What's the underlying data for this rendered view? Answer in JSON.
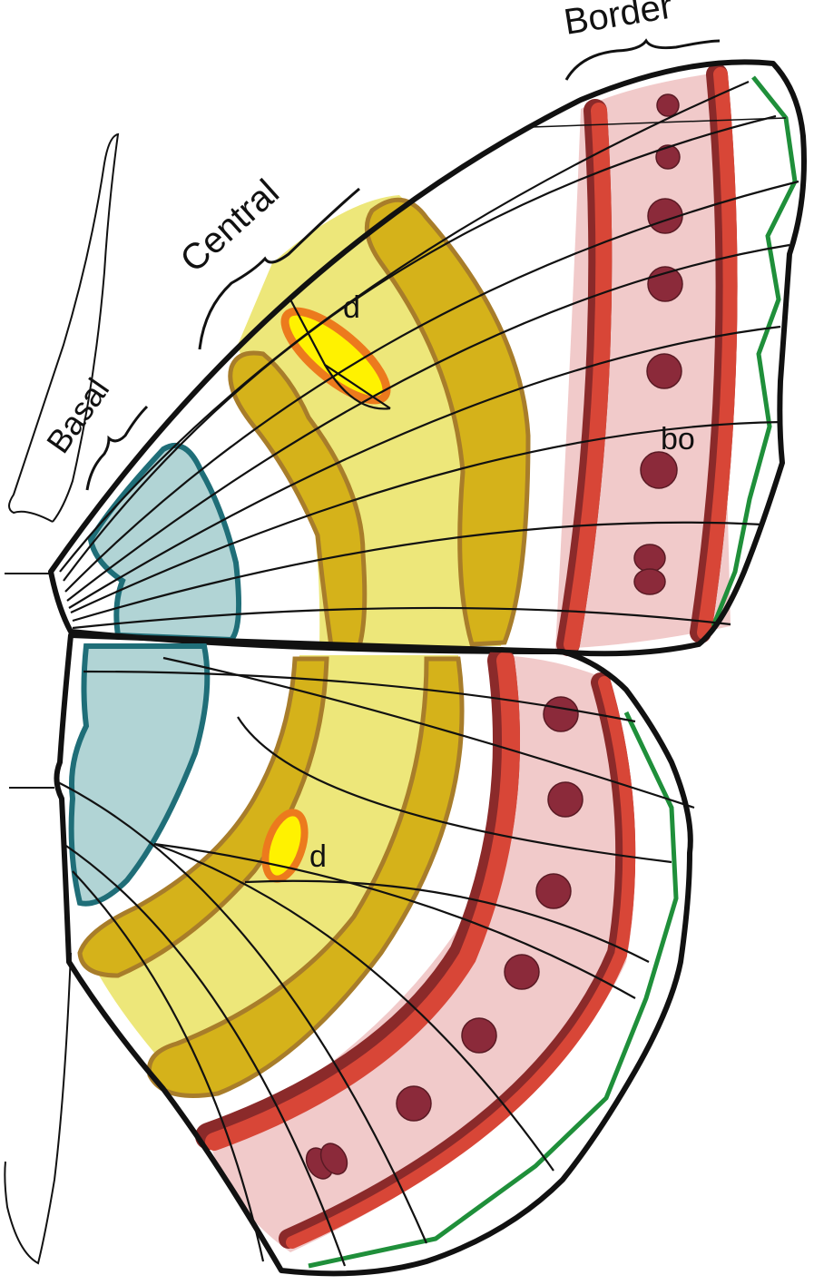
{
  "labels": {
    "border": "Border",
    "central": "Central",
    "basal": "Basal",
    "discal_fore": "d",
    "discal_hind": "d",
    "border_ocelli": "bo"
  },
  "colors": {
    "outline": "#111111",
    "basal_fill": "#a8cfd0",
    "basal_edge": "#1f6e78",
    "central_light": "#ede77a",
    "central_band": "#d5b21a",
    "central_edge": "#a87d2a",
    "discal_fill": "#fff200",
    "discal_edge": "#ec7a1d",
    "border_fill": "#f0c7c7",
    "border_band": "#d84637",
    "border_band_dark": "#8b2a2a",
    "ocellus": "#8b2a3a",
    "margin_line": "#1f8f3a"
  }
}
